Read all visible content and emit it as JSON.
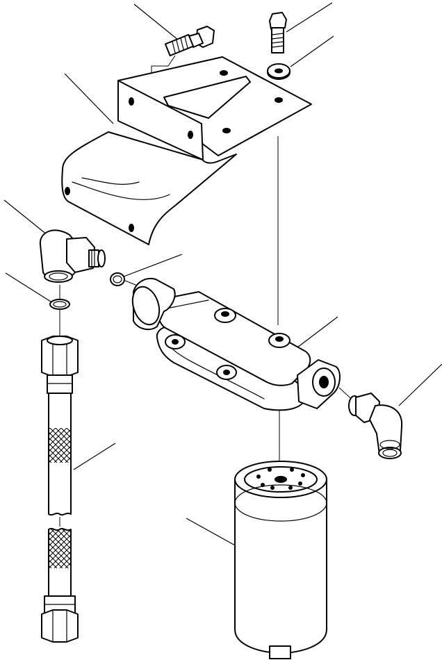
{
  "diagram": {
    "kind": "exploded-parts-view",
    "labels": [],
    "parts": [
      {
        "id": "mounting-bolt",
        "icon": "bolt-icon"
      },
      {
        "id": "upper-bolt",
        "icon": "bolt-icon"
      },
      {
        "id": "washer",
        "icon": "washer-icon"
      },
      {
        "id": "mounting-bracket",
        "icon": "bracket-icon"
      },
      {
        "id": "elbow-fitting-left",
        "icon": "elbow-fitting-icon"
      },
      {
        "id": "o-ring-upper",
        "icon": "o-ring-icon"
      },
      {
        "id": "o-ring-lower",
        "icon": "o-ring-icon"
      },
      {
        "id": "filter-head",
        "icon": "filter-head-icon"
      },
      {
        "id": "elbow-fitting-right",
        "icon": "elbow-fitting-icon"
      },
      {
        "id": "hose-assembly",
        "icon": "hose-icon"
      },
      {
        "id": "filter-cartridge",
        "icon": "filter-cartridge-icon"
      }
    ]
  }
}
